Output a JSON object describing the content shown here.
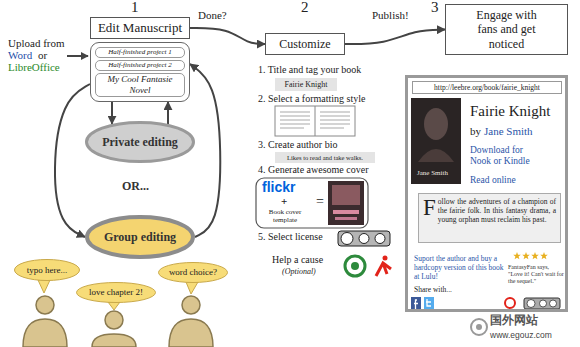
{
  "diagram": {
    "nodes": [
      {
        "text": [
          "Edit Manuscript"
        ]
      },
      {
        "text": [
          "Half-finished project 1",
          "Half-finished project 2",
          "My Cool Fantasie Novel"
        ]
      },
      {
        "text": [
          "Private editing"
        ]
      },
      {
        "text": [
          "Group editing"
        ]
      },
      {
        "text": [
          "typo here..."
        ]
      },
      {
        "text": [
          "love chapter 2!"
        ]
      },
      {
        "text": [
          "word choice?"
        ]
      },
      {
        "text": [
          "Customize"
        ]
      },
      {
        "text": [
          "Fairie Knight"
        ]
      },
      {
        "text": [
          "Likes to read and take walks."
        ]
      },
      {
        "text": [
          "Engage with fans and get noticed"
        ]
      },
      {
        "text": [
          "Fairie Knight",
          "by",
          "Jane Smith",
          "Download for Nook or Kindle",
          "Read online",
          "Suport the author and buy a hardcopy version of this book at Lulu!",
          "FantasyFan says, \"Love it! Can't wait for the sequel.\"",
          "Share with..."
        ]
      },
      {
        "text": [
          "http://leebre.org/book/fairie_knight"
        ],
        "in": 11
      },
      {
        "text": [
          "Follow the adventures of a champion of the fairie folk. In this fantasy drama, a young orphan must reclaim his past."
        ],
        "in": 11
      }
    ],
    "edges": [
      {
        "from": 0,
        "to": 7,
        "arrow": "to",
        "label": "Done?"
      },
      {
        "from": 7,
        "to": 10,
        "arrow": "to",
        "label": "Publish!"
      },
      {
        "from": 1,
        "to": 2,
        "arrow": "to"
      },
      {
        "from": 2,
        "to": 1,
        "arrow": "to"
      },
      {
        "from": 1,
        "to": 3,
        "arrow": "to"
      },
      {
        "from": 3,
        "to": 1,
        "arrow": "to"
      }
    ],
    "labels": [
      "1",
      "2",
      "3",
      "Upload from",
      "Word",
      "or",
      "LibreOffice",
      "OR...",
      "1. Title and tag your book",
      "2. Select a formatting style",
      "3. Create author bio",
      "4. Generate awesome cover",
      "flickr",
      "+",
      "Book cover template",
      "=",
      "5. Select license",
      "Help a cause",
      "(Optional)",
      "Jane Smith",
      "国外网站",
      "www.egouz.com"
    ]
  }
}
